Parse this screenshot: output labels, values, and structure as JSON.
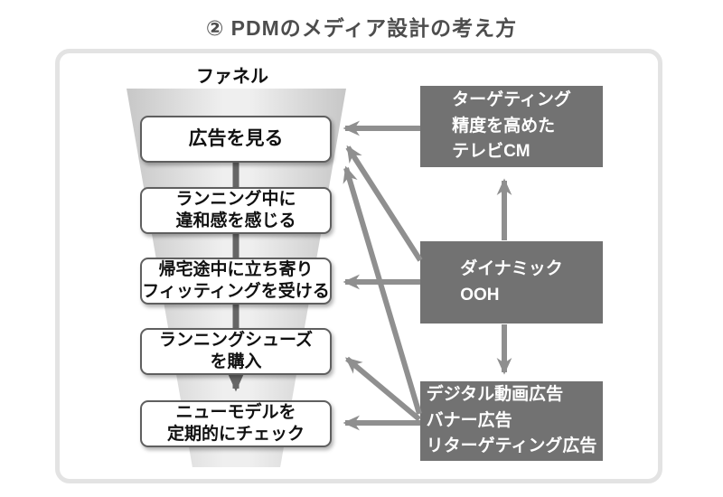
{
  "title": "② PDMのメディア設計の考え方",
  "funnel": {
    "label": "ファネル",
    "stages": [
      {
        "label": "広告を見る"
      },
      {
        "label": "ランニング中に\n違和感を感じる"
      },
      {
        "label": "帰宅途中に立ち寄り\nフィッティングを受ける"
      },
      {
        "label": "ランニングシューズ\nを購入"
      },
      {
        "label": "ニューモデルを\n定期的にチェック"
      }
    ]
  },
  "media": [
    {
      "label": "ターゲティング\n精度を高めた\nテレビCM"
    },
    {
      "label": "ダイナミック\nOOH"
    },
    {
      "label": "デジタル動画広告\nバナー広告\nリターゲティング広告"
    }
  ],
  "connections": [
    {
      "from": "tv-cm",
      "to": "stage-1"
    },
    {
      "from": "dynamic-ooh",
      "to": "stage-1"
    },
    {
      "from": "dynamic-ooh",
      "to": "stage-3"
    },
    {
      "from": "digital-ads",
      "to": "stage-1"
    },
    {
      "from": "digital-ads",
      "to": "stage-4"
    },
    {
      "from": "digital-ads",
      "to": "stage-5"
    },
    {
      "from": "dynamic-ooh",
      "to": "tv-cm"
    },
    {
      "from": "dynamic-ooh",
      "to": "digital-ads"
    },
    {
      "from": "stage-flow",
      "to": "downward"
    }
  ],
  "colors": {
    "media_box": "#727272",
    "arrow": "#8f8f8f",
    "flow_connector": "#666666",
    "funnel_edge": "#c7c7c7",
    "panel_border": "#e3e3e3"
  }
}
